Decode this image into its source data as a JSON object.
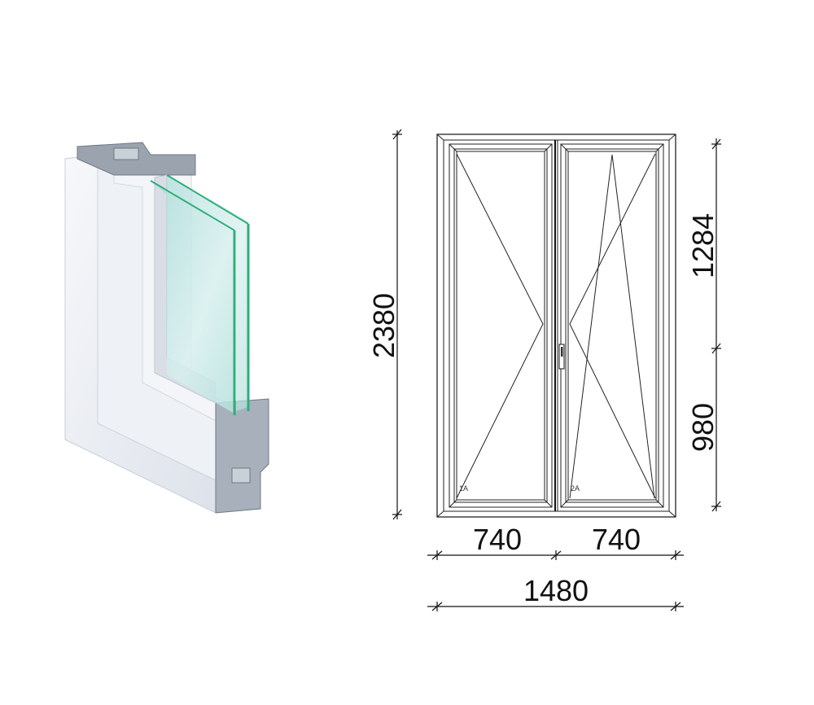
{
  "profile_illustration": {
    "glass_color": "#bfe6e4",
    "glass_edge_color": "#2fae7a",
    "pvc_color": "#eef1f5"
  },
  "drawing": {
    "sashes": [
      {
        "label": "1A",
        "opening": "turn"
      },
      {
        "label": "2A",
        "opening": "tilt-turn"
      }
    ],
    "dimensions": {
      "total_height": "2380",
      "upper_height": "1284",
      "lower_height": "980",
      "left_width": "740",
      "right_width": "740",
      "total_width": "1480"
    }
  }
}
